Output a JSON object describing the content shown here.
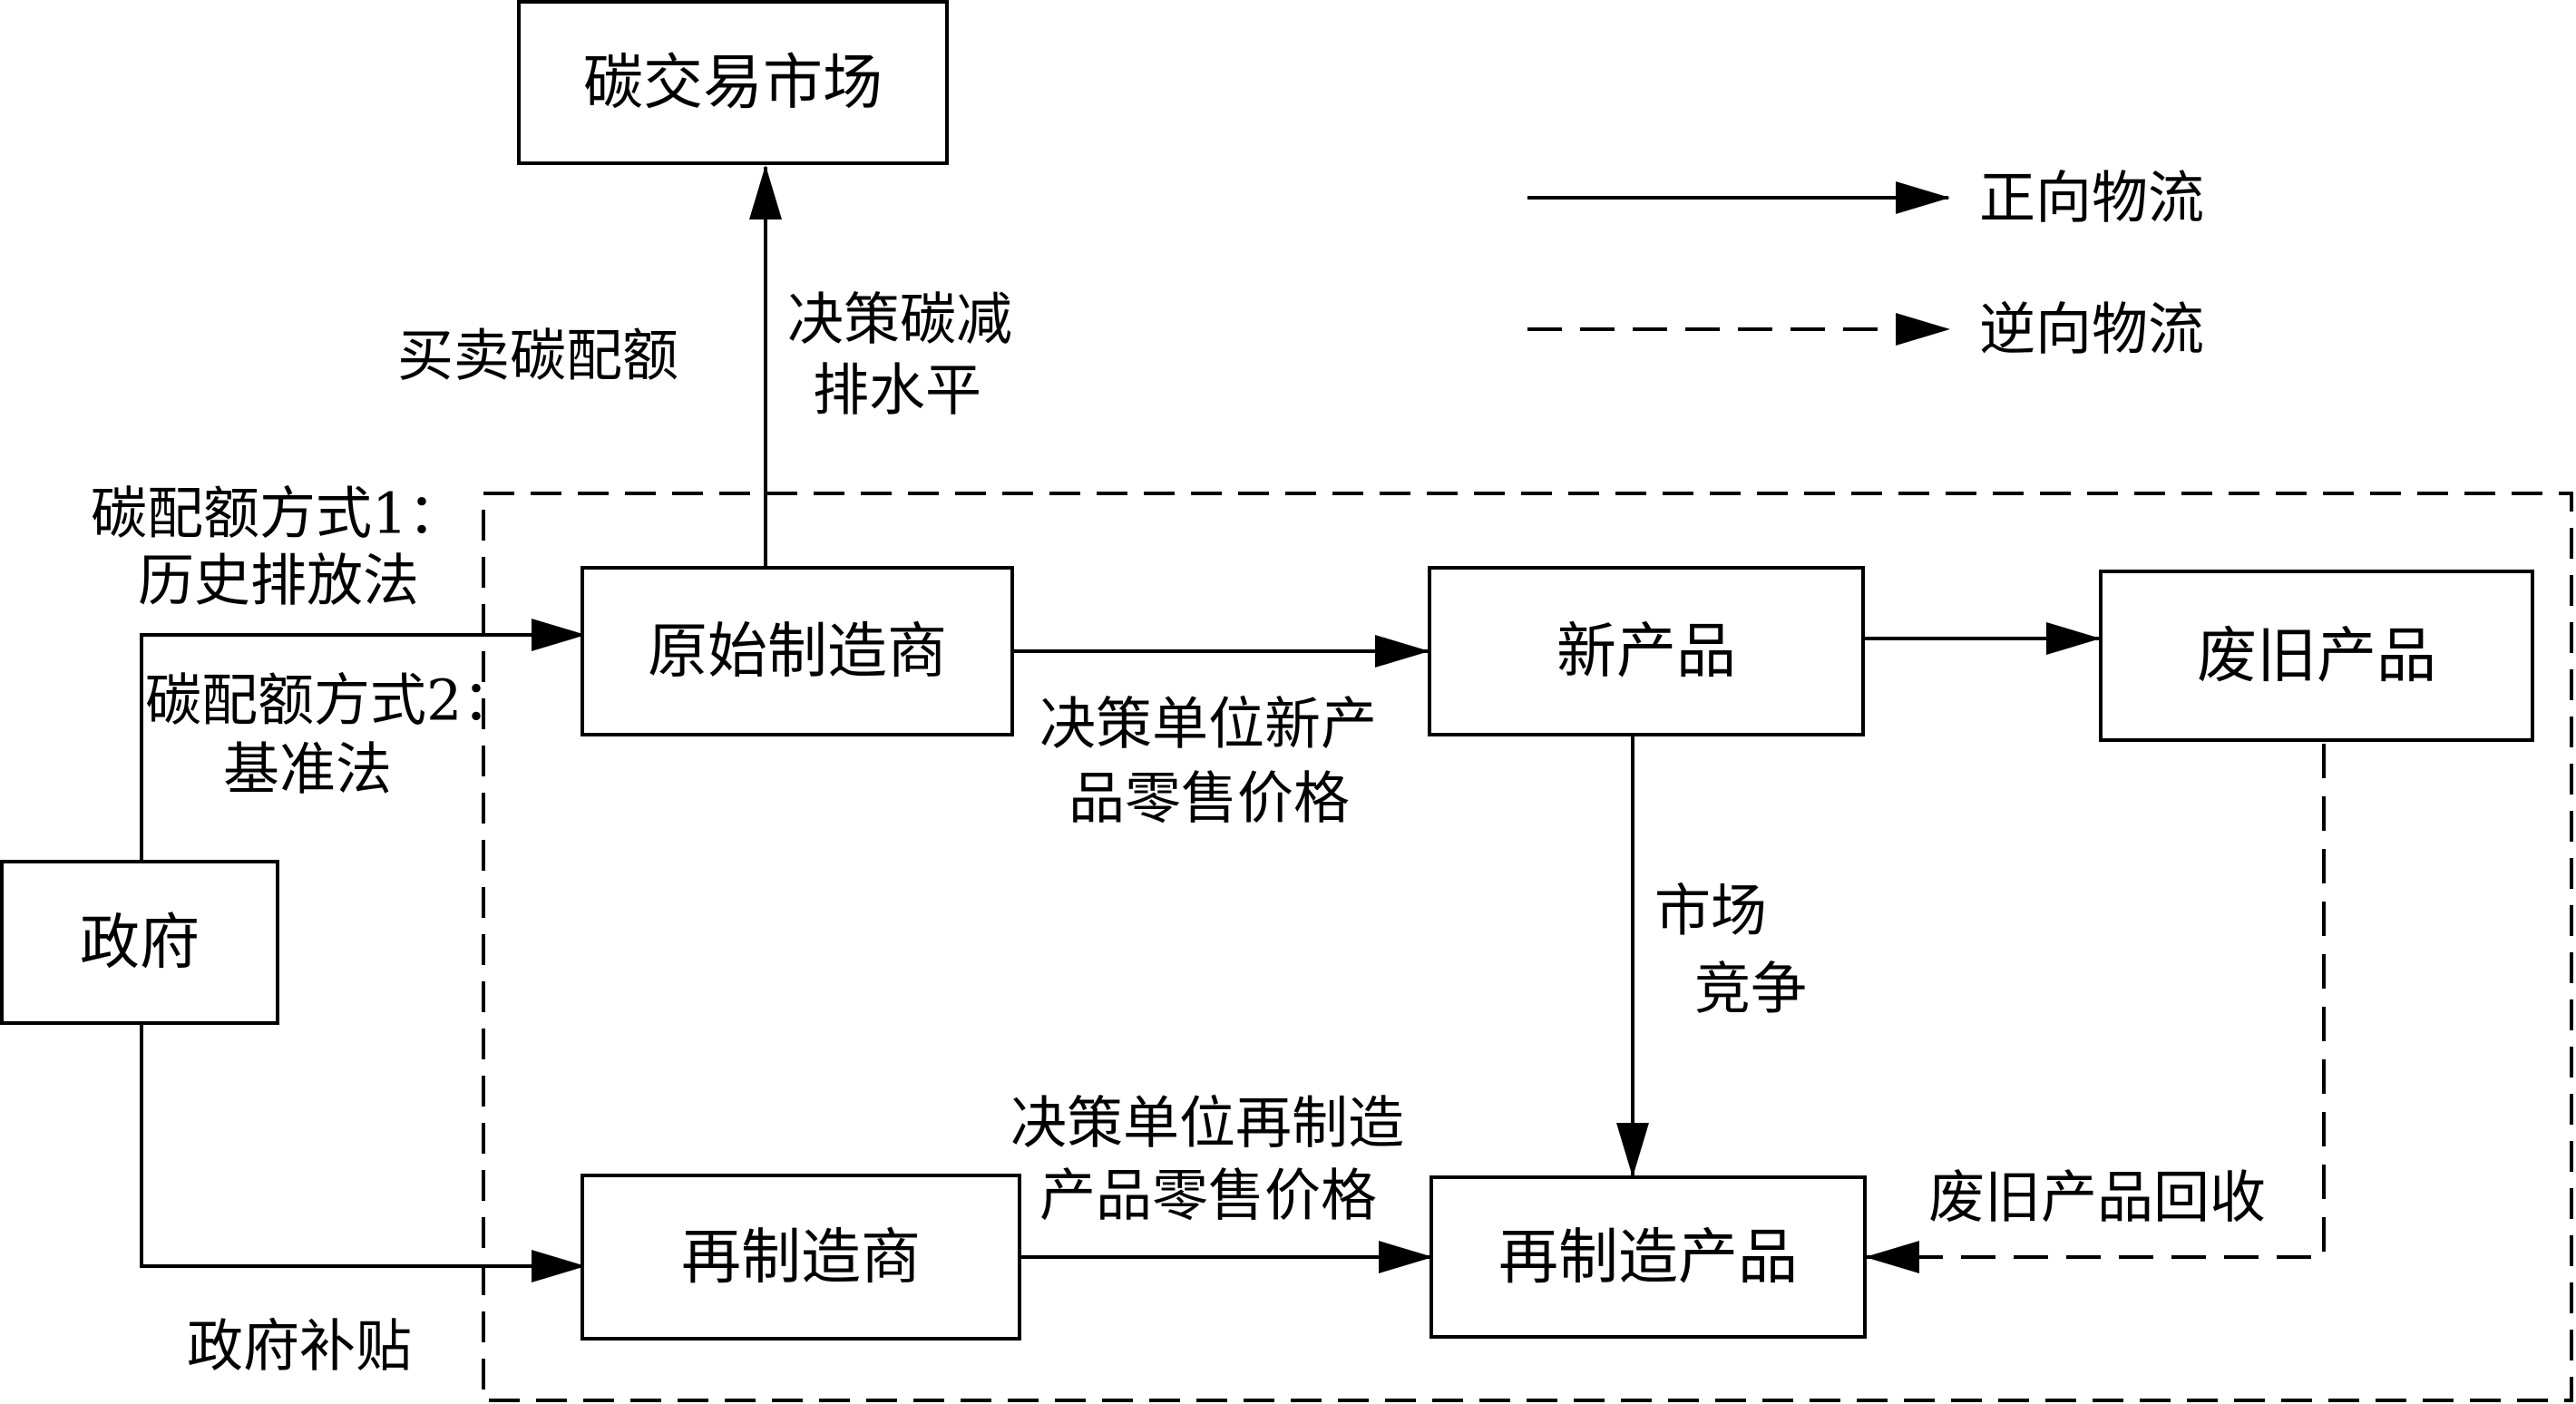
{
  "nodes": {
    "carbon_market": "碳交易市场",
    "original_manufacturer": "原始制造商",
    "new_product": "新产品",
    "waste_product": "废旧产品",
    "government": "政府",
    "remanufacturer": "再制造商",
    "reman_product": "再制造产品"
  },
  "legend": {
    "forward": "正向物流",
    "reverse": "逆向物流"
  },
  "labels": {
    "buy_sell_quota": "买卖碳配额",
    "decide_emission": [
      "决策碳减",
      "排水平"
    ],
    "quota_method_1": [
      "碳配额方式1：",
      "历史排放法"
    ],
    "quota_method_2": [
      "碳配额方式2：",
      "基准法"
    ],
    "decide_new_price": [
      "决策单位新产",
      "品零售价格"
    ],
    "market_competition": [
      "市场",
      "竞争"
    ],
    "decide_reman_price": [
      "决策单位再制造",
      "产品零售价格"
    ],
    "waste_recycling": "废旧产品回收",
    "gov_subsidy": "政府补贴"
  },
  "colors": {
    "stroke": "#000000",
    "background": "#ffffff"
  }
}
